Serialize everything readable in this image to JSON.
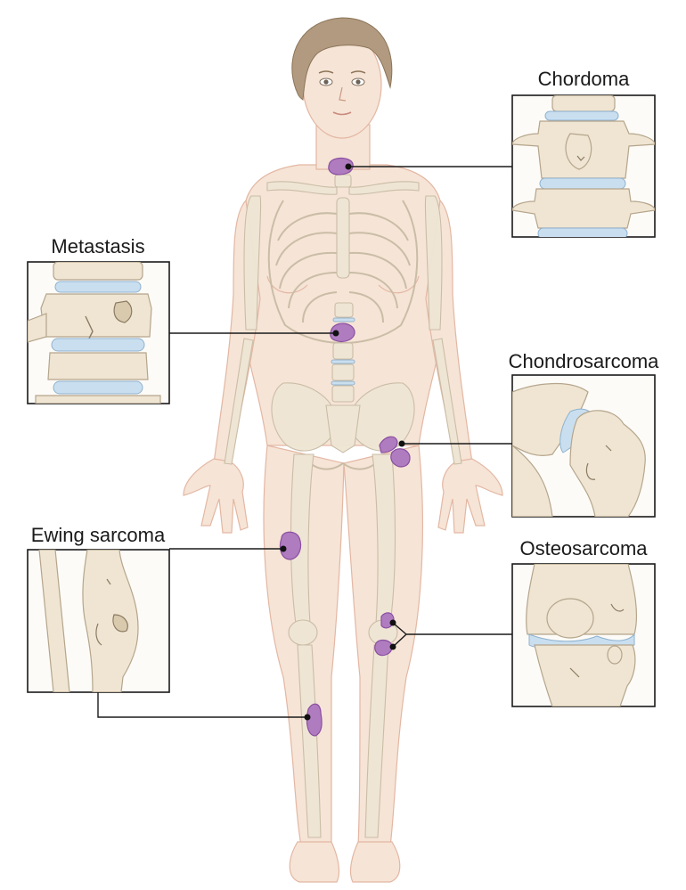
{
  "labels": {
    "chordoma": "Chordoma",
    "metastasis": "Metastasis",
    "chondrosarcoma": "Chondrosarcoma",
    "ewing_sarcoma": "Ewing sarcoma",
    "osteosarcoma": "Osteosarcoma"
  },
  "colors": {
    "tumor": "#b07cc0",
    "skin": "#f6e4d6",
    "bone": "#efe6d4",
    "cartilage": "#c9dff0",
    "hair": "#b19a7f"
  }
}
